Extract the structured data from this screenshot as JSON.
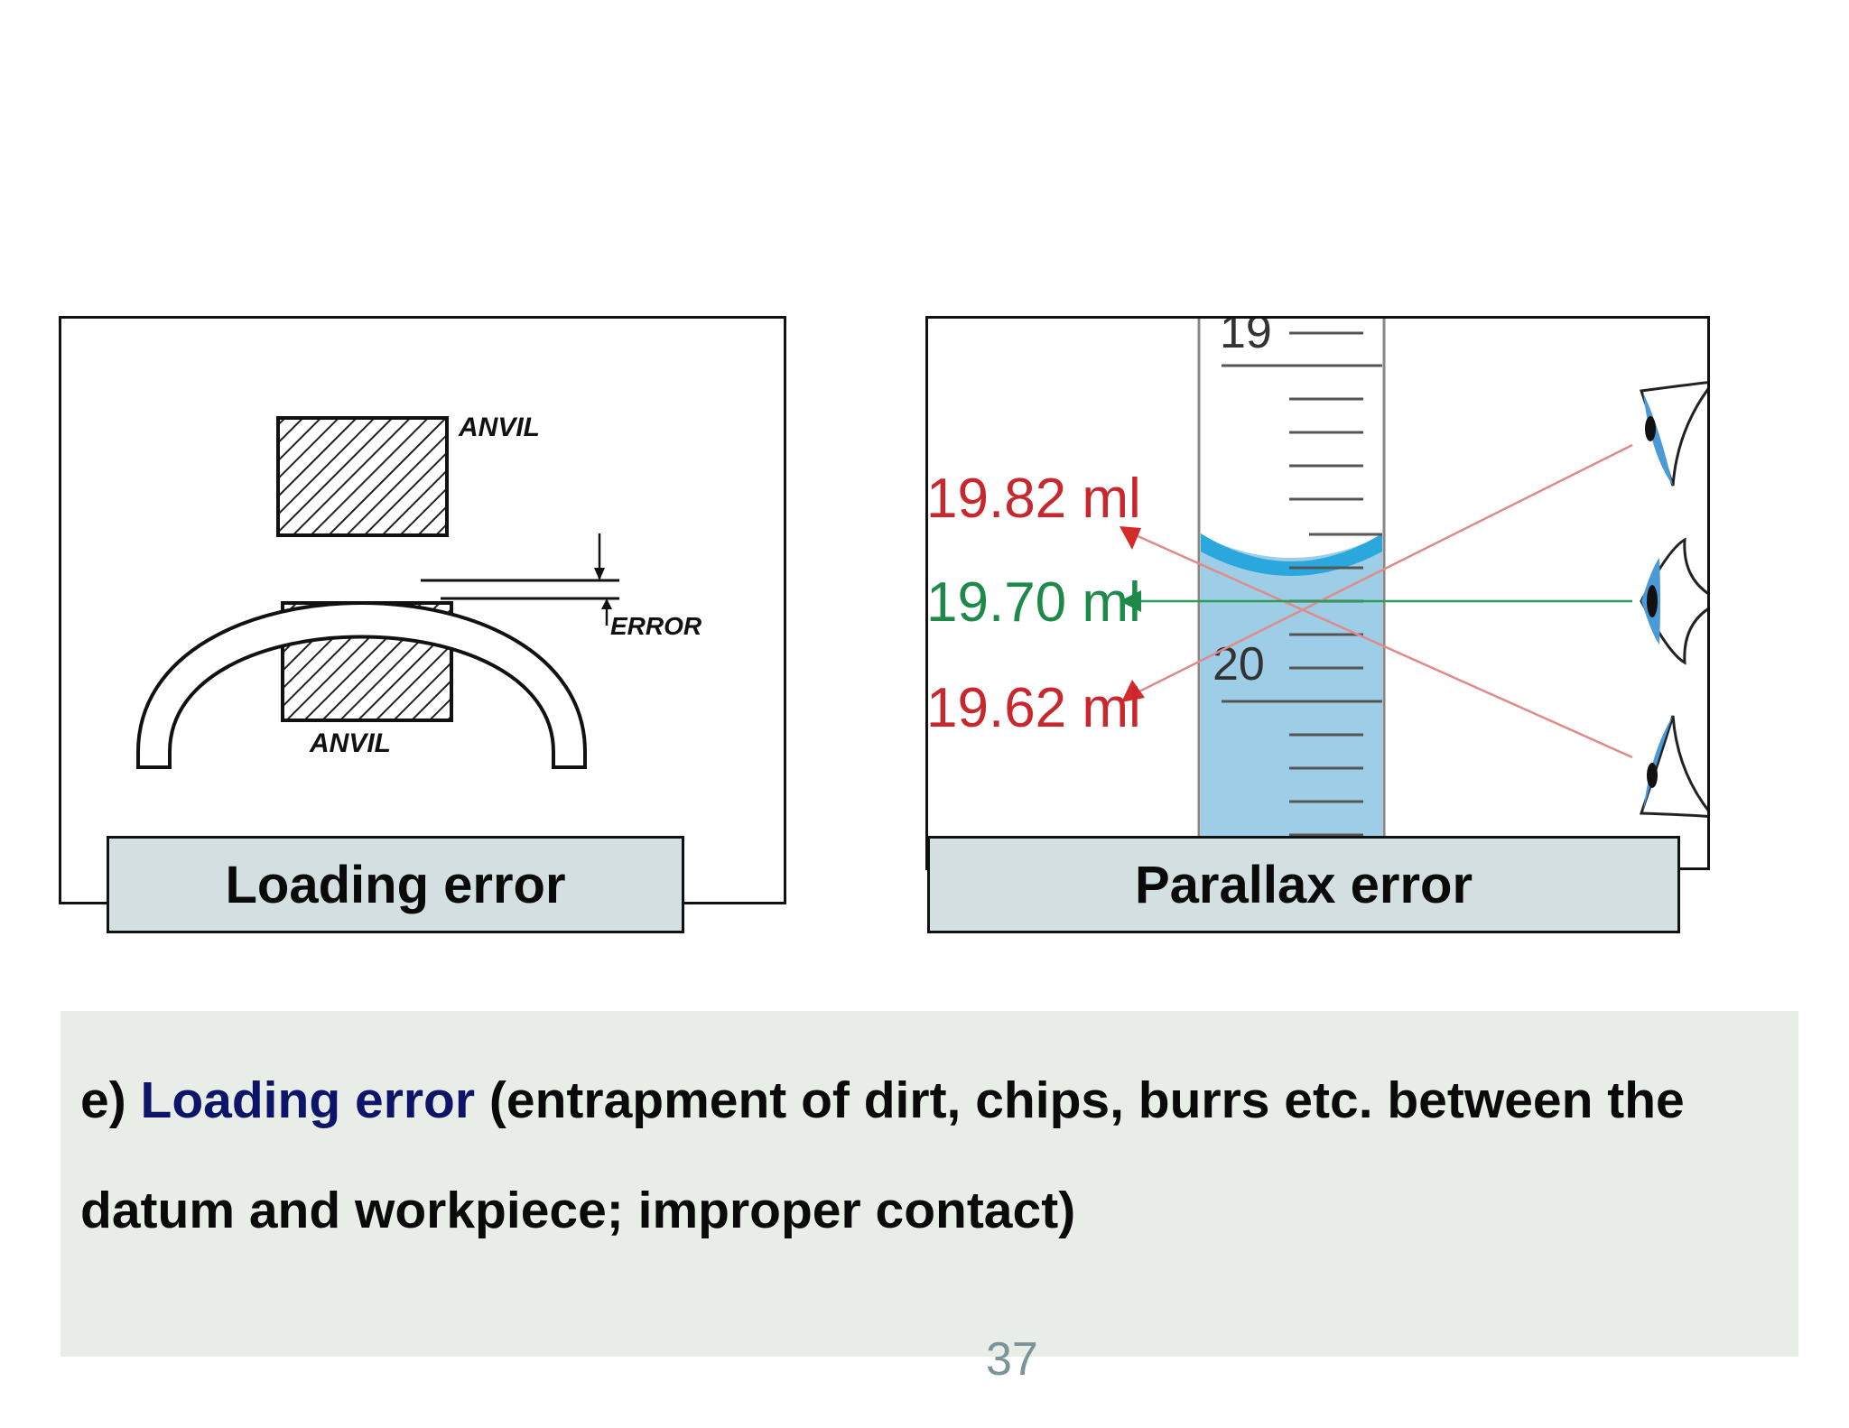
{
  "figures": {
    "loading": {
      "caption": "Loading error",
      "labels": {
        "anvil_top": "ANVIL",
        "anvil_bottom": "ANVIL",
        "error": "ERROR"
      }
    },
    "parallax": {
      "caption": "Parallax error",
      "scale_labels": {
        "upper": "19",
        "lower": "20"
      },
      "readings": [
        {
          "text": "19.82 ml",
          "color": "#c8282d"
        },
        {
          "text": "19.70 ml",
          "color": "#1e8a4a"
        },
        {
          "text": "19.62 ml",
          "color": "#c8282d"
        }
      ],
      "liquid_color": "#9ecde8",
      "meniscus_color": "#2aa8de"
    }
  },
  "text_box": {
    "prefix": "e) ",
    "term": "Loading error",
    "body": " (entrapment of dirt, chips, burrs etc. between the datum and workpiece; improper contact)",
    "term_color": "#0e1568",
    "background": "#e8ede8"
  },
  "page_number": "37"
}
